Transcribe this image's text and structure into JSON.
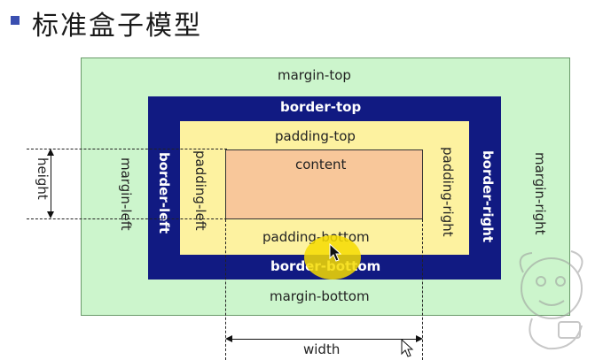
{
  "title": "标准盒子模型",
  "labels": {
    "margin_top": "margin-top",
    "margin_bottom": "margin-bottom",
    "margin_left": "margin-left",
    "margin_right": "margin-right",
    "border_top": "border-top",
    "border_bottom": "border-bottom",
    "border_left": "border-left",
    "border_right": "border-right",
    "padding_top": "padding-top",
    "padding_bottom": "padding-bottom",
    "padding_left": "padding-left",
    "padding_right": "padding-right",
    "content": "content",
    "height": "height",
    "width": "width"
  },
  "colors": {
    "margin": "#ccf5cc",
    "border": "#111a82",
    "padding": "#fdf2a0",
    "content": "#f8c79a",
    "highlight": "#f6dc00"
  },
  "icons": [
    "bullet-square-icon",
    "mouse-pointer-icon",
    "watermark-logo-icon"
  ]
}
